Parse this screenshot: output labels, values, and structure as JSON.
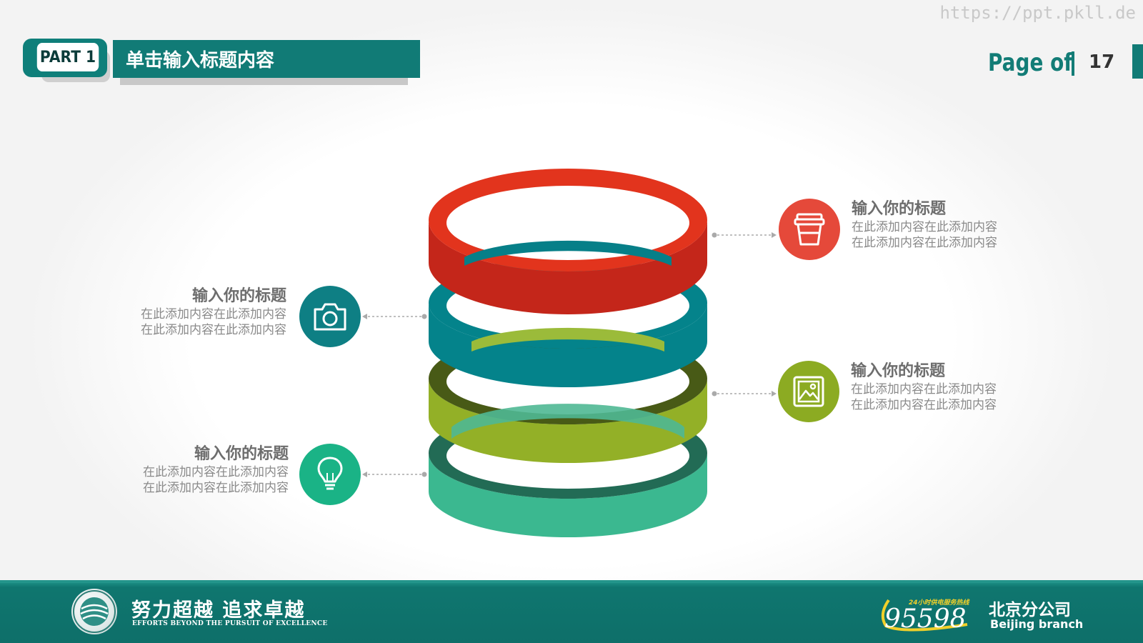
{
  "watermark": "https://ppt.pkll.de",
  "header": {
    "part_label": "PART 1",
    "title": "单击输入标题内容",
    "page_label": "Page of",
    "page_number": "17"
  },
  "items": [
    {
      "title": "输入你的标题",
      "line1": "在此添加内容在此添加内容",
      "line2": "在此添加内容在此添加内容",
      "icon": "cup-icon",
      "color": "#e5493a"
    },
    {
      "title": "输入你的标题",
      "line1": "在此添加内容在此添加内容",
      "line2": "在此添加内容在此添加内容",
      "icon": "camera-icon",
      "color": "#0e7f84"
    },
    {
      "title": "输入你的标题",
      "line1": "在此添加内容在此添加内容",
      "line2": "在此添加内容在此添加内容",
      "icon": "picture-icon",
      "color": "#8cab22"
    },
    {
      "title": "输入你的标题",
      "line1": "在此添加内容在此添加内容",
      "line2": "在此添加内容在此添加内容",
      "icon": "lightbulb-icon",
      "color": "#1ab386"
    }
  ],
  "footer": {
    "slogan": "努力超越 追求卓越",
    "slogan_en": "EFFORTS BEYOND THE PURSUIT OF EXCELLENCE",
    "hotline_caption": "24小时供电服务热线",
    "hotline": "95598",
    "branch_cn": "北京分公司",
    "branch_en": "Beijing branch"
  },
  "colors": {
    "brand": "#117b76",
    "ring_red": "#e2341d",
    "ring_teal": "#04838b",
    "ring_lime": "#93b027",
    "ring_green": "#3bb890"
  }
}
